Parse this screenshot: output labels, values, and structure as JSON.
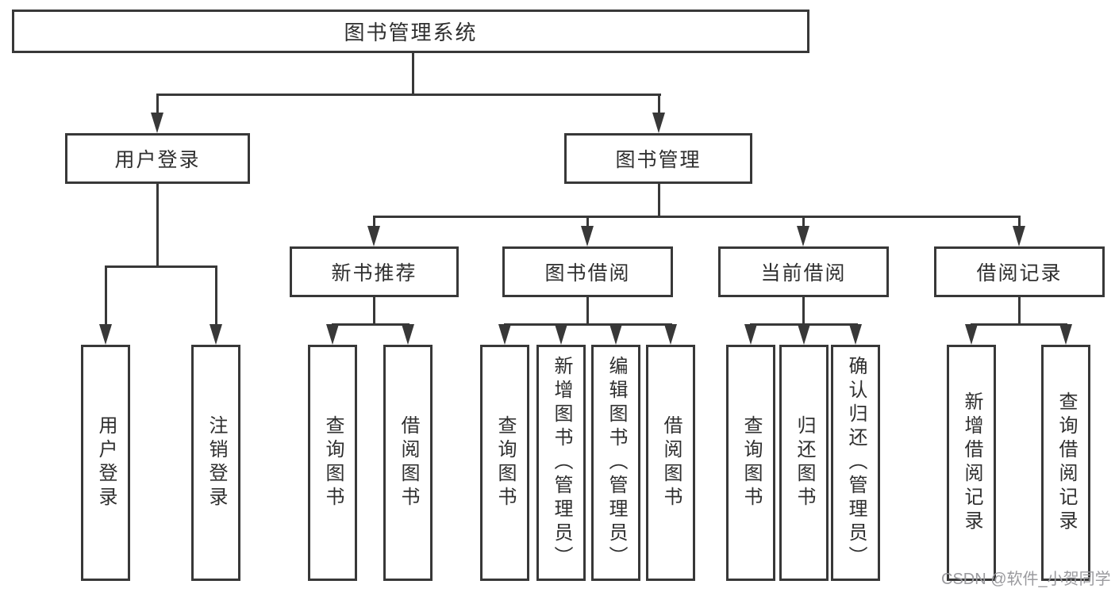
{
  "root": {
    "label": "图书管理系统"
  },
  "branches": [
    {
      "label": "用户登录",
      "children": [
        {
          "label": "用户登录"
        },
        {
          "label": "注销登录"
        }
      ]
    },
    {
      "label": "图书管理",
      "groups": [
        {
          "label": "新书推荐",
          "children": [
            {
              "label": "查询图书"
            },
            {
              "label": "借阅图书"
            }
          ]
        },
        {
          "label": "图书借阅",
          "children": [
            {
              "label": "查询图书"
            },
            {
              "label": "新增图书（管理员）"
            },
            {
              "label": "编辑图书（管理员）"
            },
            {
              "label": "借阅图书"
            }
          ]
        },
        {
          "label": "当前借阅",
          "children": [
            {
              "label": "查询图书"
            },
            {
              "label": "归还图书"
            },
            {
              "label": "确认归还（管理员）"
            }
          ]
        },
        {
          "label": "借阅记录",
          "children": [
            {
              "label": "新增借阅记录"
            },
            {
              "label": "查询借阅记录"
            }
          ]
        }
      ]
    }
  ],
  "watermark": {
    "text": "CSDN @软件_小贺同学"
  },
  "colors": {
    "line": "#383838",
    "text": "#2f2f2f",
    "watermark": "#9a9a9e",
    "background": "#ffffff"
  }
}
